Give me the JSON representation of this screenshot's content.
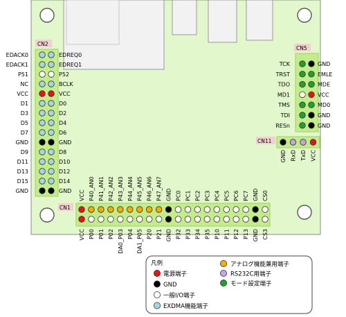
{
  "colors": {
    "board": "#e2f8cc",
    "border": "#8a8a8a",
    "header_bg": "#c4ec8c",
    "header_border": "#9ccf62",
    "conn_tag_bg": "#f2d0d0",
    "chip": "#f2f2f2",
    "power": "#ee1111",
    "gnd": "#000000",
    "io": "#ffffff",
    "analog": "#f4ae00",
    "rs232c": "#c6a4e0",
    "mode": "#20a030",
    "exdma": "#a8d4e6"
  },
  "cn2": {
    "name": "CN2",
    "left": [
      "EDACK0",
      "EDACK1",
      "P51",
      "NC",
      "VCC",
      "D1",
      "D3",
      "D5",
      "D7",
      "GND",
      "D9",
      "D11",
      "D13",
      "D15",
      "GND"
    ],
    "right": [
      "EDREQ0",
      "EDREQ1",
      "P52",
      "BCLK",
      "VCC",
      "D0",
      "D2",
      "D4",
      "D6",
      "GND",
      "D8",
      "D10",
      "D12",
      "D14",
      "GND"
    ],
    "left_colors": [
      "exdma",
      "exdma",
      "io",
      "exdma",
      "power",
      "exdma",
      "exdma",
      "exdma",
      "exdma",
      "gnd",
      "exdma",
      "exdma",
      "exdma",
      "exdma",
      "gnd"
    ],
    "right_colors": [
      "exdma",
      "exdma",
      "io",
      "exdma",
      "power",
      "exdma",
      "exdma",
      "exdma",
      "exdma",
      "gnd",
      "exdma",
      "exdma",
      "exdma",
      "exdma",
      "gnd"
    ]
  },
  "cn5": {
    "name": "CN5",
    "left": [
      "TCK",
      "TRST",
      "TDO",
      "MD1",
      "TMS",
      "TDI",
      "RESn"
    ],
    "right": [
      "GND",
      "EMLE",
      "MDE",
      "VCC",
      "MD0",
      "GND",
      "GND"
    ],
    "left_colors": [
      "mode",
      "mode",
      "mode",
      "io",
      "mode",
      "mode",
      "mode"
    ],
    "right_colors": [
      "gnd",
      "mode",
      "mode",
      "power",
      "mode",
      "gnd",
      "gnd"
    ]
  },
  "cn11": {
    "name": "CN11",
    "labels": [
      "GND",
      "RxD",
      "TxD",
      "VCC"
    ],
    "colors": [
      "gnd",
      "rs232c",
      "rs232c",
      "power"
    ]
  },
  "cn1": {
    "name": "CN1",
    "top": [
      "VCC",
      "P40_AN0",
      "P41_AN1",
      "P42_AN2",
      "P43_AN3",
      "P44_AN4",
      "P45_AN5",
      "P46_AN6",
      "P47_AN7",
      "GND",
      "PC0",
      "PC1",
      "PC2",
      "PC3",
      "PC4",
      "PC5",
      "PC6",
      "PC7",
      "GND",
      "CS0"
    ],
    "bottom": [
      "VCC",
      "P00",
      "P01",
      "P02",
      "DA0_P03",
      "P04",
      "DA1_P05",
      "P20",
      "P21",
      "GND",
      "P32",
      "P33",
      "P34",
      "P35",
      "P10",
      "P11",
      "P12",
      "P13",
      "GND",
      "CS3"
    ],
    "top_colors": [
      "power",
      "analog",
      "analog",
      "analog",
      "analog",
      "analog",
      "analog",
      "analog",
      "analog",
      "gnd",
      "io",
      "io",
      "io",
      "io",
      "io",
      "io",
      "io",
      "io",
      "gnd",
      "io"
    ],
    "bottom_colors": [
      "power",
      "io",
      "io",
      "io",
      "io",
      "io",
      "io",
      "io",
      "io",
      "gnd",
      "io",
      "io",
      "io",
      "io",
      "io",
      "io",
      "io",
      "io",
      "gnd",
      "io"
    ]
  },
  "legend": {
    "title": "凡例",
    "items": [
      {
        "color": "power",
        "label": "電源端子"
      },
      {
        "color": "gnd",
        "label": "GND"
      },
      {
        "color": "io",
        "label": "一般I/O端子"
      },
      {
        "color": "exdma",
        "label": "EXDMA機能端子"
      },
      {
        "color": "analog",
        "label": "アナログ機能兼用端子"
      },
      {
        "color": "rs232c",
        "label": "RS232C用端子"
      },
      {
        "color": "mode",
        "label": "モード設定端子"
      }
    ]
  }
}
